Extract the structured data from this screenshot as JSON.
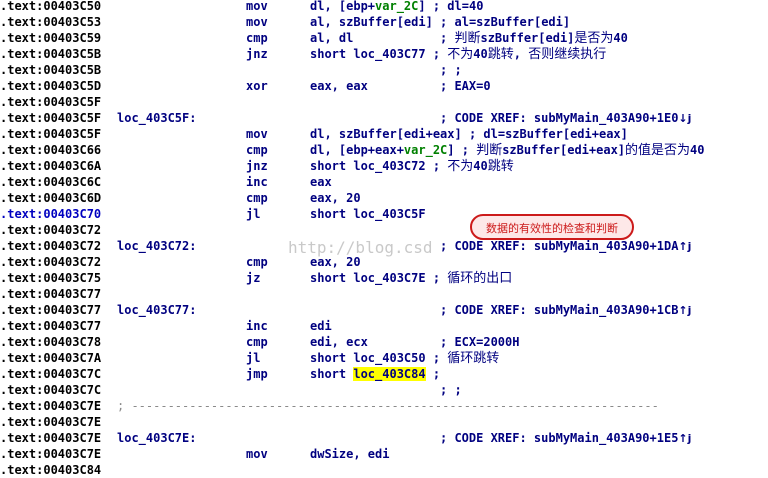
{
  "annotation": "数据的有效性的检查和判断",
  "watermark": "http://blog.csd",
  "lines": [
    {
      "addr": ".text:00403C50",
      "mn": "mov",
      "op": "dl, [ebp+var_2C] ; dl=40"
    },
    {
      "addr": ".text:00403C53",
      "mn": "mov",
      "op": "al, szBuffer[edi] ; al=szBuffer[edi]"
    },
    {
      "addr": ".text:00403C59",
      "mn": "cmp",
      "op": "al, dl",
      "cm": "; 判断szBuffer[edi]是否为40"
    },
    {
      "addr": ".text:00403C5B",
      "mn": "jnz",
      "op": "short loc_403C77 ; 不为40跳转, 否则继续执行"
    },
    {
      "addr": ".text:00403C5B",
      "cm": "; ;"
    },
    {
      "addr": ".text:00403C5D",
      "mn": "xor",
      "op": "eax, eax",
      "cm": "; EAX=0"
    },
    {
      "addr": ".text:00403C5F"
    },
    {
      "addr": ".text:00403C5F",
      "label": "loc_403C5F:",
      "cm": "; CODE XREF: subMyMain_403A90+1E0",
      "arrow": "↓j"
    },
    {
      "addr": ".text:00403C5F",
      "mn": "mov",
      "op": "dl, szBuffer[edi+eax] ; dl=szBuffer[edi+eax]"
    },
    {
      "addr": ".text:00403C66",
      "mn": "cmp",
      "op": "dl, [ebp+eax+var_2C] ; 判断szBuffer[edi+eax]的值是否为40"
    },
    {
      "addr": ".text:00403C6A",
      "mn": "jnz",
      "op": "short loc_403C72 ; 不为40跳转"
    },
    {
      "addr": ".text:00403C6C",
      "mn": "inc",
      "op": "eax"
    },
    {
      "addr": ".text:00403C6D",
      "mn": "cmp",
      "op": "eax, 20"
    },
    {
      "addr": ".text:00403C70",
      "mn": "jl",
      "op": "short loc_403C5F",
      "sel": true
    },
    {
      "addr": ".text:00403C72"
    },
    {
      "addr": ".text:00403C72",
      "label": "loc_403C72:",
      "cm": "; CODE XREF: subMyMain_403A90+1DA",
      "arrow": "↑j"
    },
    {
      "addr": ".text:00403C72",
      "mn": "cmp",
      "op": "eax, 20"
    },
    {
      "addr": ".text:00403C75",
      "mn": "jz",
      "op": "short loc_403C7E ; 循环的出口"
    },
    {
      "addr": ".text:00403C77"
    },
    {
      "addr": ".text:00403C77",
      "label": "loc_403C77:",
      "cm": "; CODE XREF: subMyMain_403A90+1CB",
      "arrow": "↑j"
    },
    {
      "addr": ".text:00403C77",
      "mn": "inc",
      "op": "edi"
    },
    {
      "addr": ".text:00403C78",
      "mn": "cmp",
      "op": "edi, ecx",
      "cm": "; ECX=2000H"
    },
    {
      "addr": ".text:00403C7A",
      "mn": "jl",
      "op": "short loc_403C50 ; 循环跳转"
    },
    {
      "addr": ".text:00403C7C",
      "mn": "jmp",
      "op": "short ",
      "hl": "loc_403C84",
      "tail": " ;"
    },
    {
      "addr": ".text:00403C7C",
      "cm": "; ;"
    },
    {
      "addr": ".text:00403C7E",
      "sep": "; -------------------------------------------------------------------------"
    },
    {
      "addr": ".text:00403C7E"
    },
    {
      "addr": ".text:00403C7E",
      "label": "loc_403C7E:",
      "cm": "; CODE XREF: subMyMain_403A90+1E5",
      "arrow": "↑j"
    },
    {
      "addr": ".text:00403C7E",
      "mn": "mov",
      "op": "dwSize, edi"
    },
    {
      "addr": ".text:00403C84"
    }
  ]
}
